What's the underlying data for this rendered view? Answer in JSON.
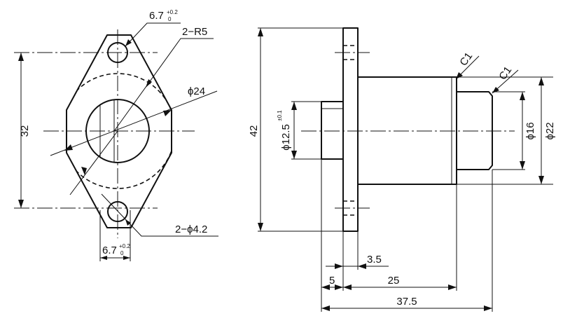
{
  "front_view": {
    "dim_height": "32",
    "dim_top_hole": "6.7",
    "dim_top_hole_tol_upper": "+0.2",
    "dim_top_hole_tol_lower": "0",
    "dim_bottom_hole": "6.7",
    "dim_bottom_hole_tol_upper": "+0.2",
    "dim_bottom_hole_tol_lower": "0",
    "dim_radius": "2−R5",
    "dim_pitch_circle": "ϕ24",
    "dim_holes": "2−ϕ4.2"
  },
  "side_view": {
    "dim_height": "42",
    "dim_boss": "ϕ12.5",
    "dim_boss_tol": "±0.1",
    "dim_chamfer_1": "C1",
    "dim_chamfer_2": "C1",
    "dim_tip_dia": "ϕ16",
    "dim_body_dia": "ϕ22",
    "dim_flange_offset": "3.5",
    "dim_boss_length": "5",
    "dim_body_length": "25",
    "dim_overall_length": "37.5"
  },
  "colors": {
    "line": "#111111",
    "background": "#ffffff"
  }
}
